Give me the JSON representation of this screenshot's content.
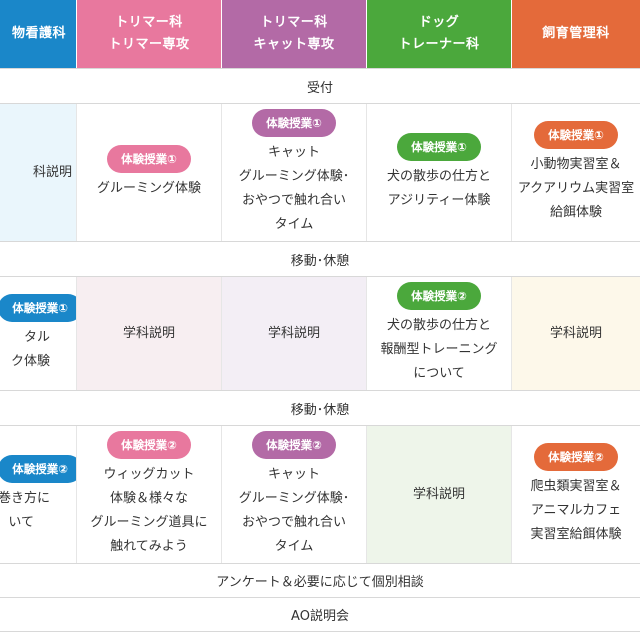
{
  "headers": [
    {
      "line1": "物看護科",
      "line2": "",
      "color": "#1a87c9"
    },
    {
      "line1": "トリマー科",
      "line2": "トリマー専攻",
      "color": "#e8789e"
    },
    {
      "line1": "トリマー科",
      "line2": "キャット専攻",
      "color": "#b36aa6"
    },
    {
      "line1": "ドッグ",
      "line2": "トレーナー科",
      "color": "#4ba83c"
    },
    {
      "line1": "飼育管理科",
      "line2": "",
      "color": "#e46a3a"
    }
  ],
  "rows": {
    "reception": "受付",
    "break1": "移動･休憩",
    "break2": "移動･休憩",
    "survey": "アンケート＆必要に応じて個別相談",
    "ao": "AO説明会"
  },
  "pill_labels": {
    "trial1": "体験授業①",
    "trial2": "体験授業②"
  },
  "slot1": {
    "col0": {
      "lines": [
        "科説明"
      ]
    },
    "col1": {
      "lines": [
        "グルーミング体験"
      ]
    },
    "col2": {
      "lines": [
        "キャット",
        "グルーミング体験･",
        "おやつで触れ合い",
        "タイム"
      ]
    },
    "col3": {
      "lines": [
        "犬の散歩の仕方と",
        "アジリティー体験"
      ]
    },
    "col4": {
      "lines": [
        "小動物実習室＆",
        "アクアリウム実習室",
        "給餌体験"
      ]
    }
  },
  "slot2": {
    "col0": {
      "lines": [
        "タル",
        "ク体験"
      ]
    },
    "col1": {
      "lines": [
        "学科説明"
      ]
    },
    "col2": {
      "lines": [
        "学科説明"
      ]
    },
    "col3": {
      "lines": [
        "犬の散歩の仕方と",
        "報酬型トレーニング",
        "について"
      ]
    },
    "col4": {
      "lines": [
        "学科説明"
      ]
    }
  },
  "slot3": {
    "col0": {
      "lines": [
        "巻き方に",
        "いて"
      ]
    },
    "col1": {
      "lines": [
        "ウィッグカット",
        "体験＆様々な",
        "グルーミング道具に",
        "触れてみよう"
      ]
    },
    "col2": {
      "lines": [
        "キャット",
        "グルーミング体験･",
        "おやつで触れ合い",
        "タイム"
      ]
    },
    "col3": {
      "lines": [
        "学科説明"
      ]
    },
    "col4": {
      "lines": [
        "爬虫類実習室＆",
        "アニマルカフェ",
        "実習室給餌体験"
      ]
    }
  },
  "cell_colors": {
    "slot1_col0": "#eaf6fc",
    "slot2_col1": "#f7eef1",
    "slot2_col2": "#f3eef5",
    "slot2_col4": "#fdf8ea",
    "slot3_col3": "#eef5ea"
  }
}
